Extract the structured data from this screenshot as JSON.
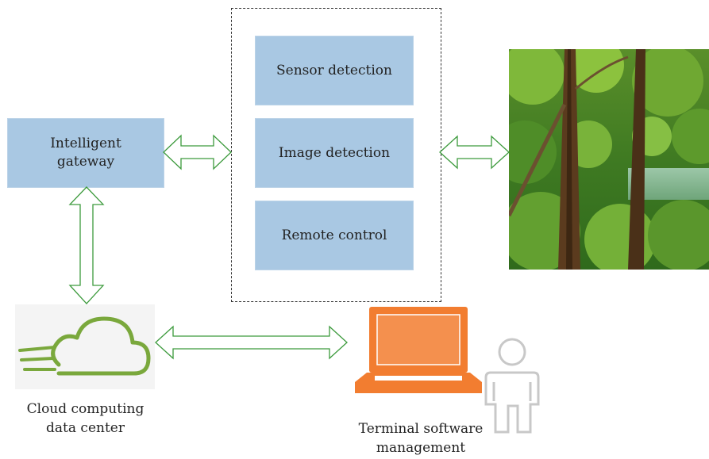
{
  "gateway": {
    "label": "Intelligent gateway"
  },
  "detection": {
    "sensor": "Sensor detection",
    "image": "Image detection",
    "remote": "Remote control"
  },
  "cloud": {
    "label": "Cloud computing data center"
  },
  "terminal": {
    "label": "Terminal software management"
  },
  "colors": {
    "box_fill": "#a9c8e3",
    "arrow_stroke": "#3c9a3c",
    "cloud_green": "#7aa83c",
    "laptop_orange": "#f27d30",
    "person_gray": "#c8c8c8"
  },
  "icons": [
    "cloud-icon",
    "laptop-icon",
    "person-icon",
    "forest-photo"
  ]
}
